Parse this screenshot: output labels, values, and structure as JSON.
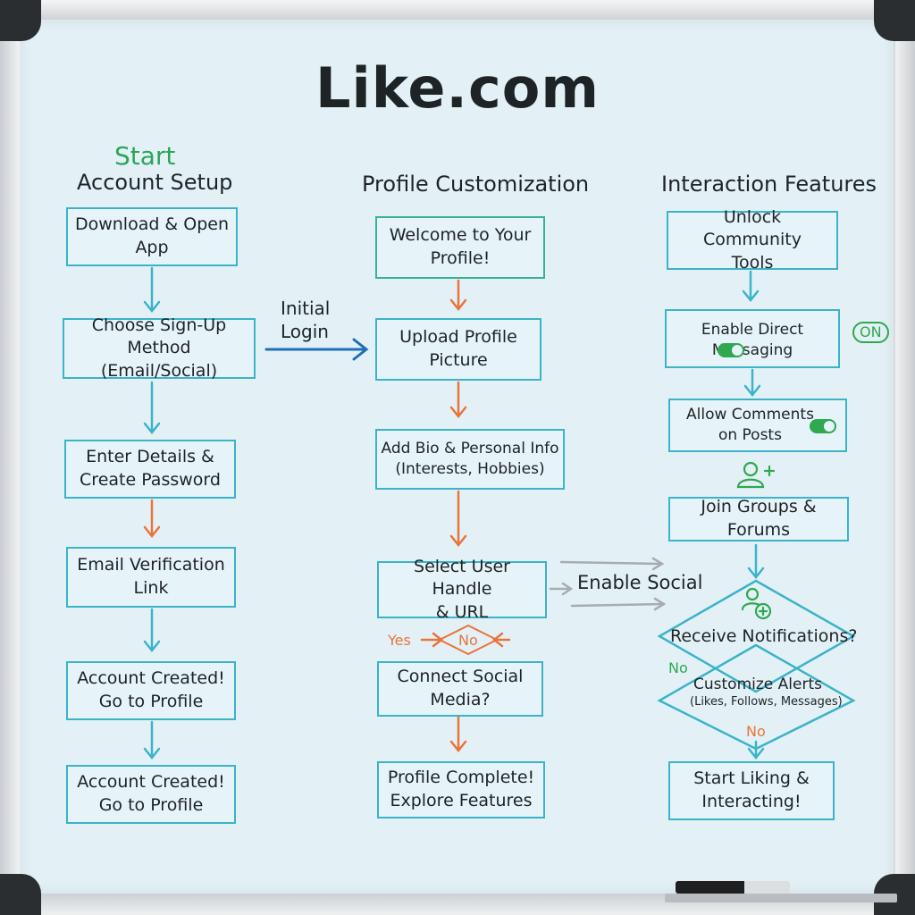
{
  "title": "Like.com",
  "colors": {
    "cyan": "#3bb3c8",
    "orange": "#e8743b",
    "blue": "#1f6fb5",
    "green": "#2fa84f",
    "gray": "#a7acb0"
  },
  "columns": {
    "account": {
      "start_label": "Start",
      "heading": "Account Setup",
      "steps": [
        "Download & Open\nApp",
        "Choose Sign-Up Method\n(Email/Social)",
        "Enter Details &\nCreate Password",
        "Email Verification\nLink",
        "Account Created!\nGo to Profile",
        "Account Created!\nGo to Profile"
      ]
    },
    "profile": {
      "heading": "Profile Customization",
      "steps": [
        "Welcome to Your\nProfile!",
        "Upload Profile\nPicture",
        "Add Bio & Personal Info\n(Interests, Hobbies)",
        "Select User Handle\n& URL",
        "Connect Social\nMedia?",
        "Profile Complete!\nExplore Features"
      ],
      "decision_no": "No",
      "yes_label": "Yes"
    },
    "interaction": {
      "heading": "Interaction Features",
      "steps": [
        "Unlock Community\nTools",
        "Enable Direct Messaging",
        "Allow Comments\non Posts",
        "Join Groups & Forums",
        "Start Liking &\nInteracting!"
      ],
      "on_label": "ON",
      "decision_top": "Receive Notifications?",
      "decision_bottom": "Customize Alerts",
      "decision_bottom_sub": "(Likes, Follows, Messages)",
      "no_left": "No",
      "no_bottom": "No"
    }
  },
  "connectors": {
    "initial_login": "Initial\nLogin",
    "enable_social": "Enable Social"
  },
  "icons": [
    "user-plus-icon",
    "user-add-circle-icon",
    "toggle-on-icon"
  ]
}
